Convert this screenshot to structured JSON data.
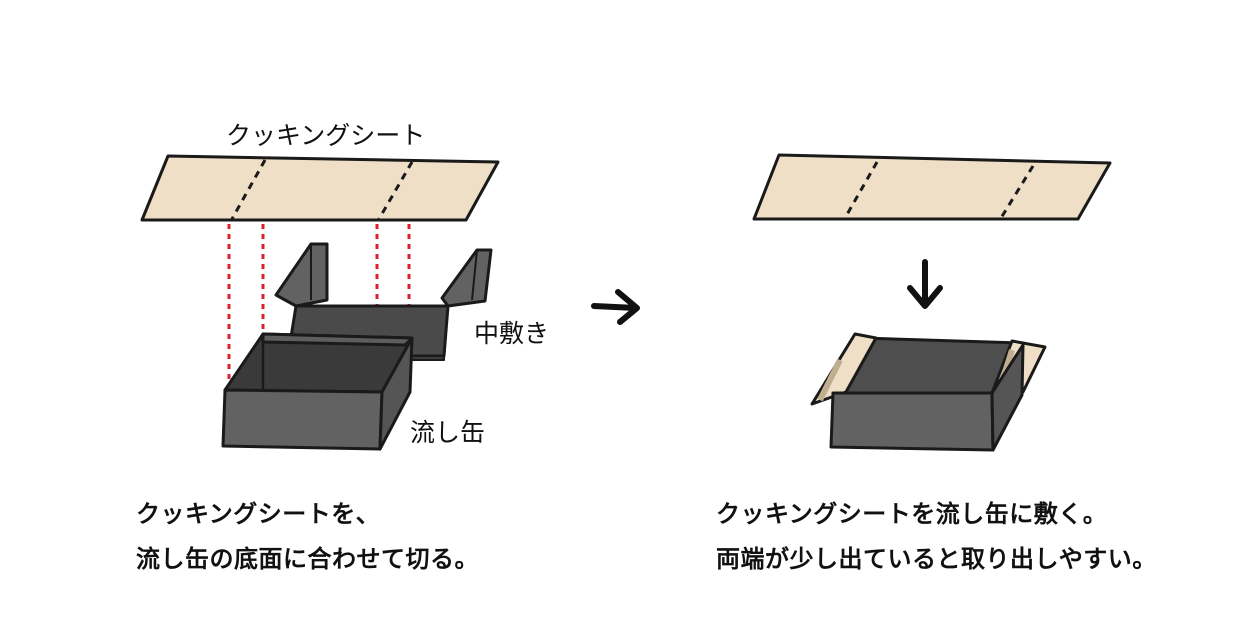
{
  "colors": {
    "sheet_fill": "#eedfc6",
    "tin_fill": "#606060",
    "tin_dark": "#4a4a4a",
    "guide_red": "#d8232a",
    "outline": "#1a1a1a"
  },
  "left_panel": {
    "sheet_label": "クッキングシート",
    "insert_label": "中敷き",
    "tin_label": "流し缶",
    "caption_line1": "クッキングシートを、",
    "caption_line2": "流し缶の底面に合わせて切る。"
  },
  "right_panel": {
    "caption_line1": "クッキングシートを流し缶に敷く。",
    "caption_line2": "両端が少し出ていると取り出しやすい。"
  },
  "icons": {
    "step_arrow": "arrow-right-icon",
    "down_arrow": "arrow-down-icon"
  }
}
